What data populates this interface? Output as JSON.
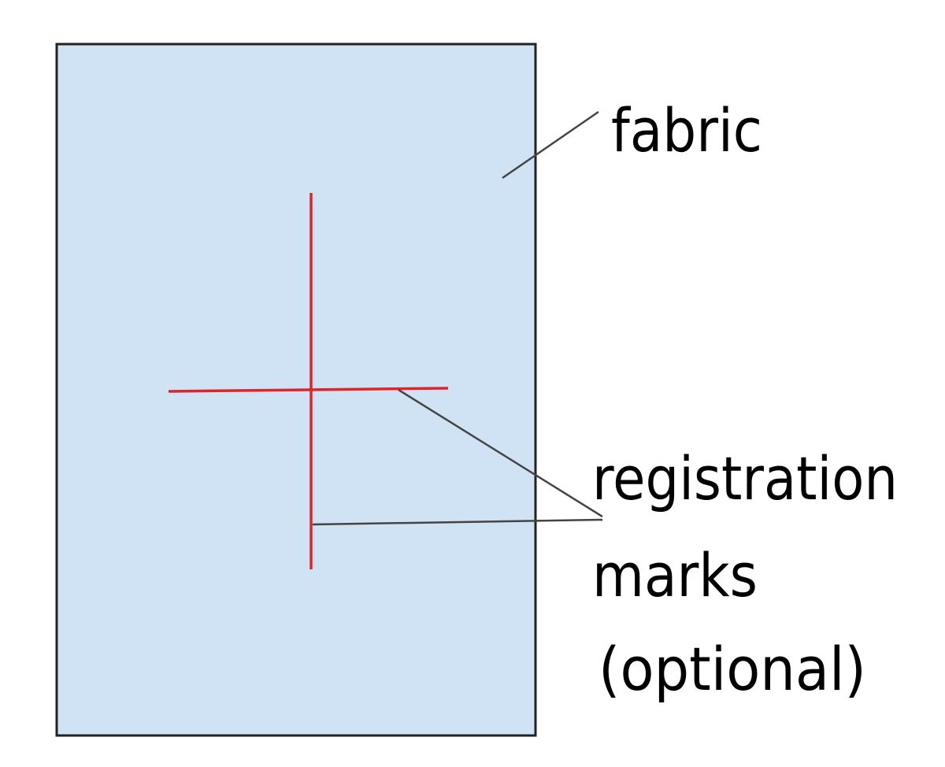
{
  "labels": {
    "fabric": "fabric",
    "registration_line1": "registration",
    "registration_line2": "marks",
    "registration_line3": "(optional)"
  },
  "colors": {
    "fabric_fill": "#cfe3f4",
    "fabric_border": "#222222",
    "registration_mark": "#e0242a",
    "leader_line": "#444444",
    "text": "#000000"
  }
}
